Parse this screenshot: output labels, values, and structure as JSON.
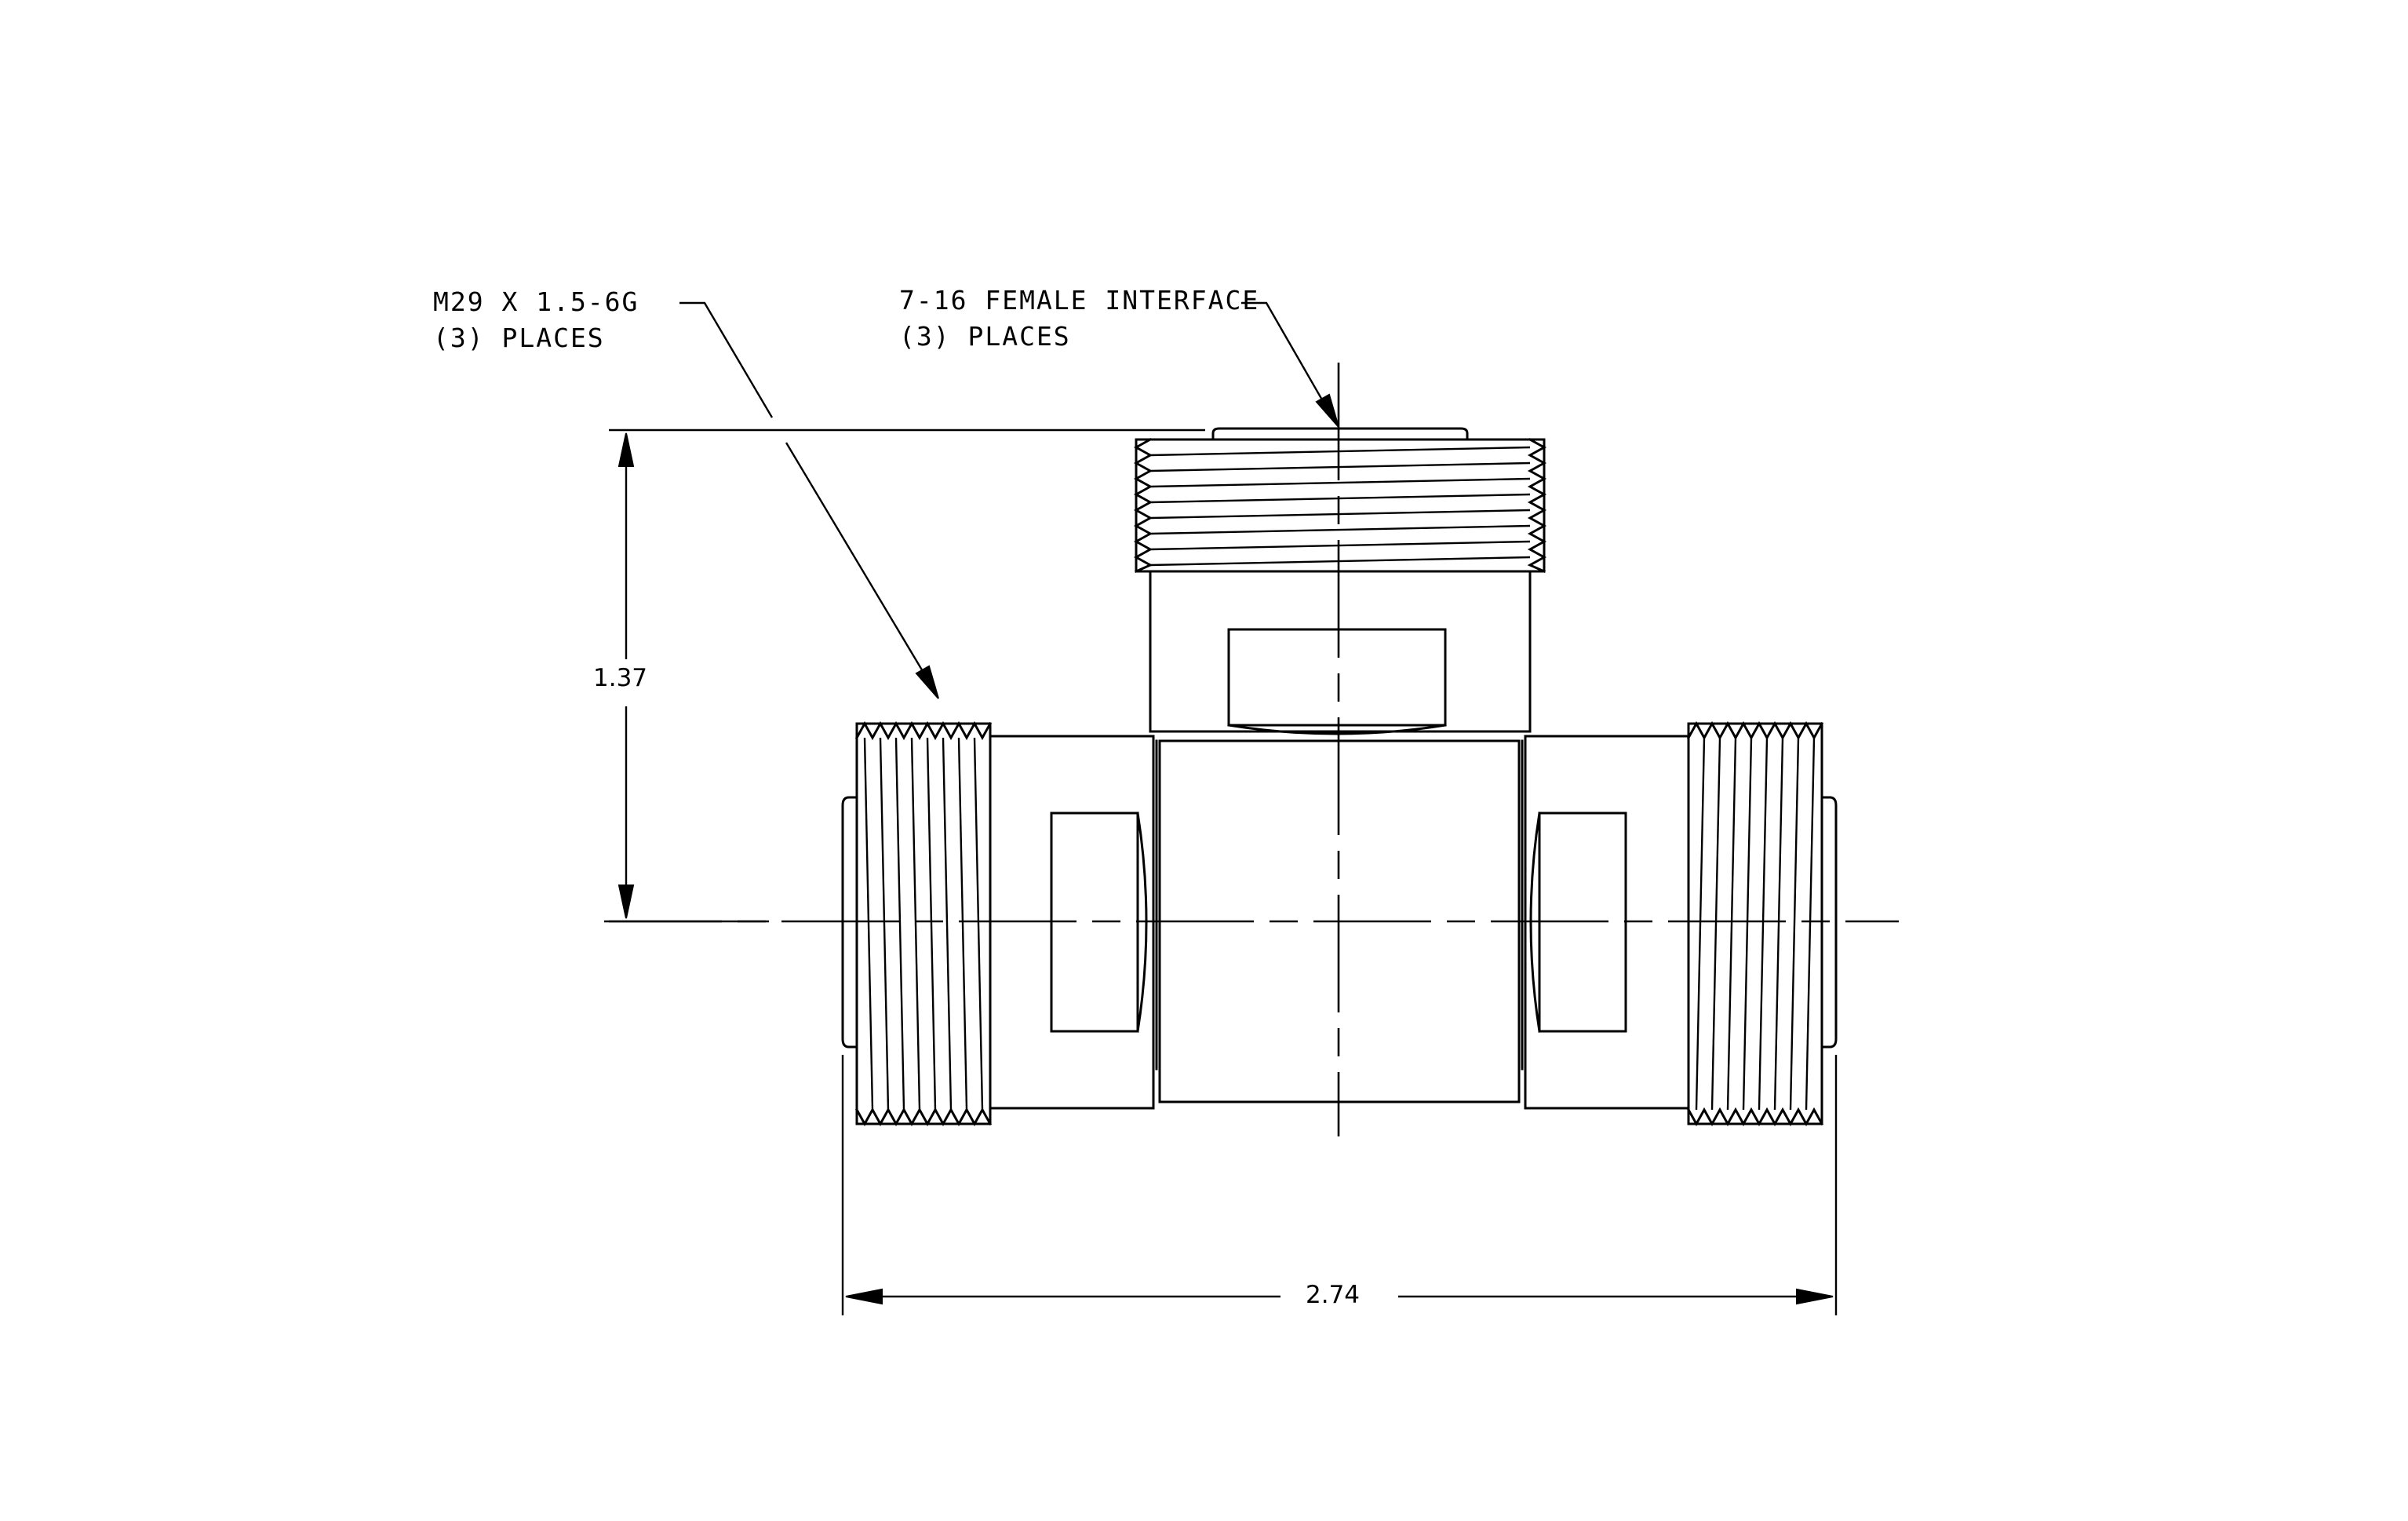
{
  "callouts": {
    "thread": {
      "line1": "M29 X 1.5-6G",
      "line2": "(3) PLACES"
    },
    "interface": {
      "line1": "7-16 FEMALE INTERFACE",
      "line2": "(3)  PLACES"
    }
  },
  "dimensions": {
    "height": "1.37",
    "width": "2.74"
  }
}
